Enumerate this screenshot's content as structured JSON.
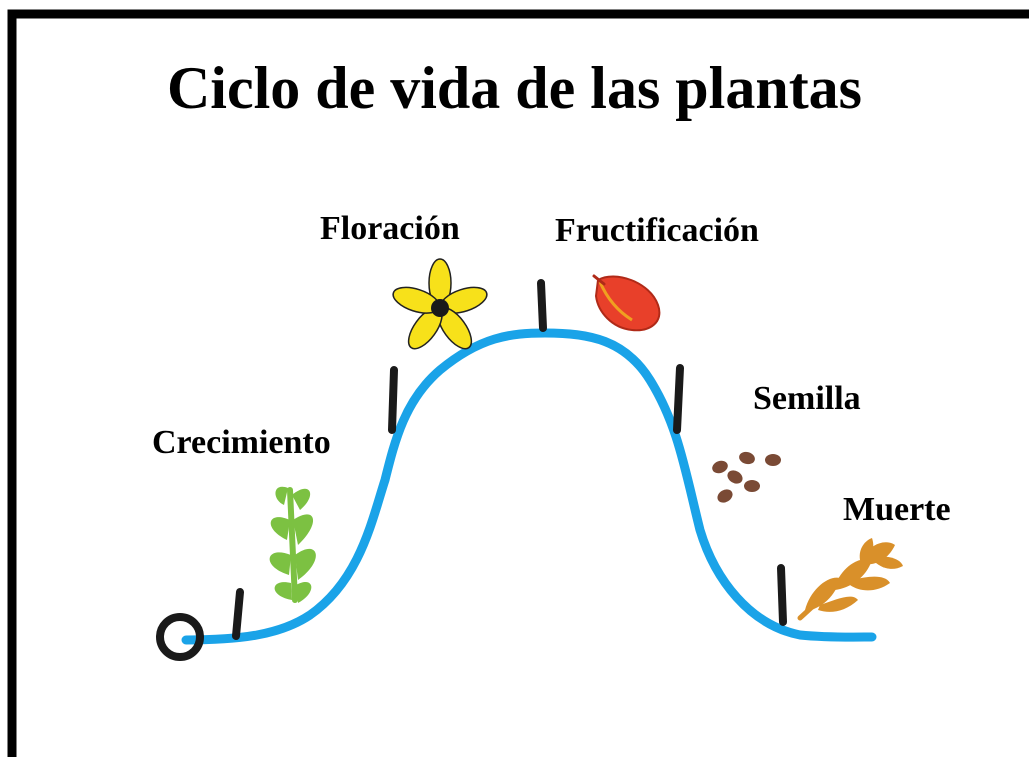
{
  "title": "Ciclo de vida de las plantas",
  "stages": [
    {
      "label": "Crecimiento",
      "icon": "sprout-icon"
    },
    {
      "label": "Floración",
      "icon": "flower-icon"
    },
    {
      "label": "Fructificación",
      "icon": "fruit-icon"
    },
    {
      "label": "Semilla",
      "icon": "seeds-icon"
    },
    {
      "label": "Muerte",
      "icon": "dry-leaf-icon"
    }
  ],
  "colors": {
    "curve": "#1aa3e8",
    "marker": "#1a1a1a",
    "frame": "#000000",
    "sprout": "#7cc142",
    "flower": "#f7e11a",
    "fruit": "#e8402a",
    "seed": "#7a4a35",
    "dry_leaf": "#d9902a"
  }
}
